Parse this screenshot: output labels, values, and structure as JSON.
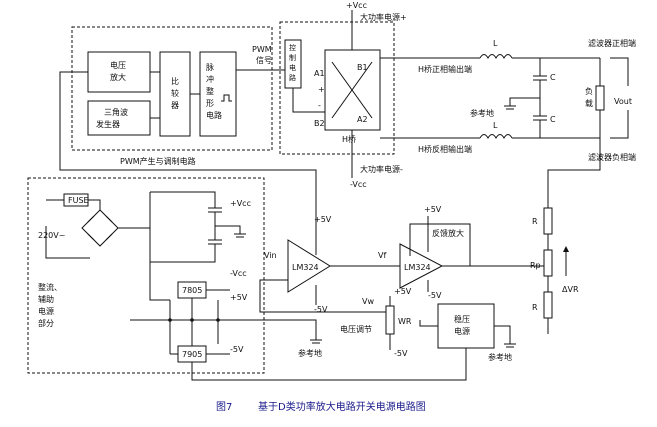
{
  "blocks": {
    "voltage_amp_1": "电压",
    "voltage_amp_2": "放大",
    "triangle_gen_1": "三角波",
    "triangle_gen_2": "发生器",
    "comparator_1": "比",
    "comparator_2": "较",
    "comparator_3": "器",
    "pulse_shaping_1": "脉",
    "pulse_shaping_2": "冲",
    "pulse_shaping_3": "整",
    "pulse_shaping_4": "形",
    "pulse_shaping_5": "电路",
    "control_1": "控",
    "control_2": "制",
    "control_3": "电",
    "control_4": "路",
    "reg_supply_1": "稳压",
    "reg_supply_2": "电源"
  },
  "labels": {
    "pwm": "PWM",
    "signal": "信号",
    "pwm_section": "PWM产生与调制电路",
    "a1": "A1",
    "b1": "B1",
    "a2": "A2",
    "b2": "B2",
    "plus": "+",
    "minus": "-",
    "h_bridge": "H桥",
    "vcc_pos": "+Vcc",
    "vcc_neg": "-Vcc",
    "supply_pos": "大功率电源+",
    "supply_neg": "大功率电源-",
    "h_pos_out": "H桥正相输出端",
    "h_neg_out": "H桥反相输出端",
    "inductor": "L",
    "capacitor": "C",
    "ref_ground": "参考地",
    "load_1": "负",
    "load_2": "载",
    "vout": "Vout",
    "filter_pos_out": "滤波器正相端",
    "filter_neg_out": "滤波器负相端",
    "fuse": "FUSE",
    "ac_input": "220V~",
    "plus_vcc": "+Vcc",
    "minus_vcc": "-Vcc",
    "reg_7805": "7805",
    "reg_7905": "7905",
    "plus5v": "+5V",
    "minus5v": "-5V",
    "aux_1": "整流、",
    "aux_2": "辅助",
    "aux_3": "电源",
    "aux_4": "部分",
    "lm324": "LM324",
    "vin": "Vin",
    "vf": "Vf",
    "vw": "Vw",
    "feedback_amp": "反馈放大",
    "wr": "WR",
    "voltage_adjust": "电压调节",
    "resistor": "R",
    "rp": "Rp",
    "delta_vr": "ΔVR"
  },
  "caption": {
    "figure": "图7",
    "title": "基于D类功率放大电路开关电源电路图"
  }
}
